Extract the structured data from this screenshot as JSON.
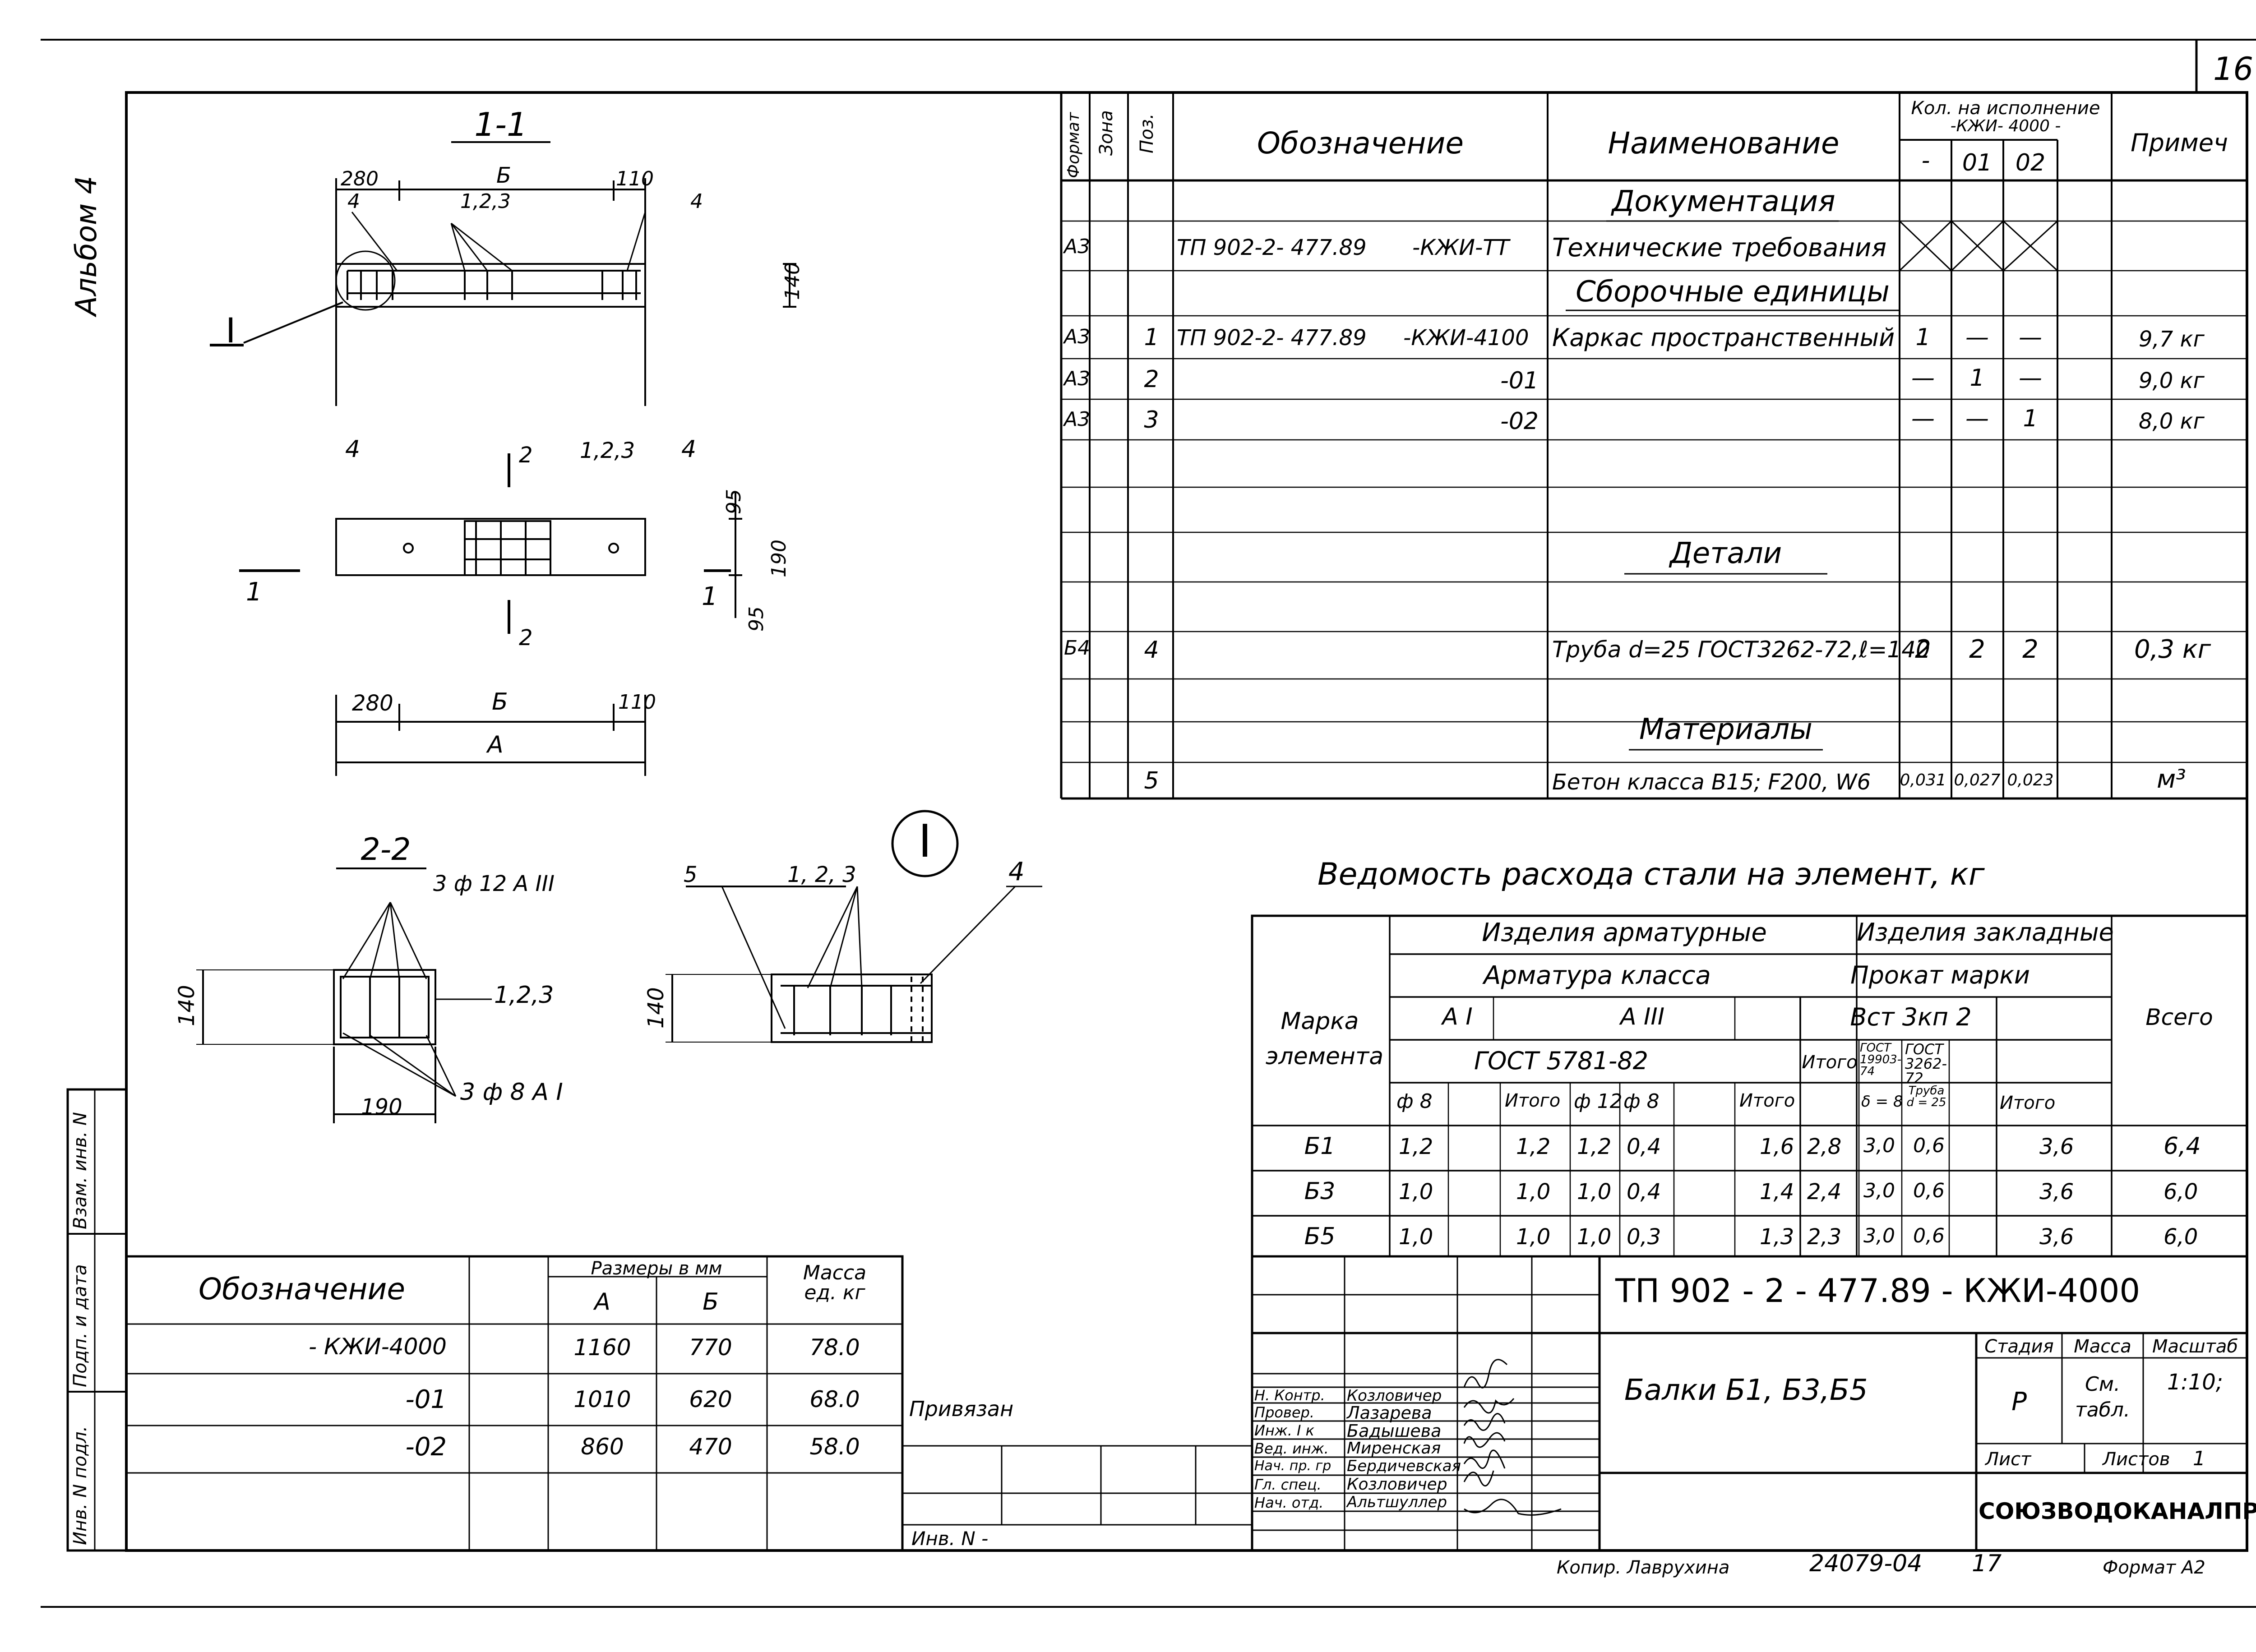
{
  "sheet": {
    "number": "16",
    "album": "Альбом 4"
  },
  "spec": {
    "headers": {
      "format": "Формат",
      "zone": "Зона",
      "pos": "Поз.",
      "designation": "Обозначение",
      "name": "Наименование",
      "qty": "Кол. на исполнение",
      "qty_code": "-КЖИ- 4000 -",
      "v0": "-",
      "v1": "01",
      "v2": "02",
      "note": "Примеч"
    },
    "sections": {
      "docs": "Документация",
      "assemblies": "Сборочные единицы",
      "details": "Детали",
      "materials": "Материалы"
    },
    "rows": [
      {
        "fmt": "А3",
        "pos": "",
        "des": "ТП 902-2- 477.89",
        "code": "-КЖИ-ТТ",
        "name": "Технические требования",
        "q0": "",
        "q1": "",
        "q2": "",
        "note": ""
      },
      {
        "fmt": "А3",
        "pos": "1",
        "des": "ТП 902-2- 477.89",
        "code": "-КЖИ-4100",
        "name": "Каркас пространственный",
        "q0": "1",
        "q1": "—",
        "q2": "—",
        "note": "9,7 кг"
      },
      {
        "fmt": "А3",
        "pos": "2",
        "des": "",
        "code": "-01",
        "name": "",
        "q0": "—",
        "q1": "1",
        "q2": "—",
        "note": "9,0 кг"
      },
      {
        "fmt": "А3",
        "pos": "3",
        "des": "",
        "code": "-02",
        "name": "",
        "q0": "—",
        "q1": "—",
        "q2": "1",
        "note": "8,0 кг"
      },
      {
        "fmt": "Б4",
        "pos": "4",
        "des": "",
        "code": "",
        "name": "Труба  d=25 ГОСТ3262-72,ℓ=140",
        "q0": "2",
        "q1": "2",
        "q2": "2",
        "note": "0,3 кг"
      },
      {
        "fmt": "",
        "pos": "5",
        "des": "",
        "code": "",
        "name": "Бетон  класса В15; F200, W6",
        "q0": "0,031",
        "q1": "0,027",
        "q2": "0,023",
        "note": "м³"
      }
    ]
  },
  "drawing": {
    "sec11": "1-1",
    "sec22": "2-2",
    "node": "I",
    "dims": {
      "d280": "280",
      "dB": "Б",
      "d110": "110",
      "d4": "4",
      "d123": "1,2,3",
      "d140": "140",
      "d95": "95",
      "d190": "190",
      "dA": "А",
      "d2": "2",
      "d1": "1",
      "d5": "5",
      "d123b": "1, 2, 3"
    },
    "rebar_top": "3 ф 12 А III",
    "rebar_bottom": "3 ф 8 А I"
  },
  "steel": {
    "title": "Ведомость   расхода  стали  на  элемент, кг",
    "h_mark": "Марка элемента",
    "h_arm": "Изделия арматурные",
    "h_class": "Арматура класса",
    "h_AI": "А I",
    "h_AIII": "А III",
    "h_gost": "ГОСТ  5781-82",
    "h_itogo": "Итого",
    "h_emb": "Изделия закладные",
    "h_prokat": "Прокат марки",
    "h_vst": "Вст 3кп 2",
    "h_gost1": "ГОСТ 19903-74",
    "h_gost2": "ГОСТ 3262-72",
    "h_delta": "δ = 8",
    "h_pipe": "Труба d = 25",
    "h_total": "Всего",
    "h_f8": "ф 8",
    "h_f12": "ф 12",
    "h_f8b": "ф 8",
    "rows": [
      {
        "mark": "Б1",
        "a1": "1,2",
        "it1": "1,2",
        "f12": "1,2",
        "f8": "0,4",
        "it2": "1,6",
        "it3": "2,8",
        "d8": "3,0",
        "pipe": "0,6",
        "it4": "3,6",
        "total": "6,4"
      },
      {
        "mark": "Б3",
        "a1": "1,0",
        "it1": "1,0",
        "f12": "1,0",
        "f8": "0,4",
        "it2": "1,4",
        "it3": "2,4",
        "d8": "3,0",
        "pipe": "0,6",
        "it4": "3,6",
        "total": "6,0"
      },
      {
        "mark": "Б5",
        "a1": "1,0",
        "it1": "1,0",
        "f12": "1,0",
        "f8": "0,3",
        "it2": "1,3",
        "it3": "2,3",
        "d8": "3,0",
        "pipe": "0,6",
        "it4": "3,6",
        "total": "6,0"
      }
    ]
  },
  "sizes": {
    "h_des": "Обозначение",
    "h_sizes": "Размеры в мм",
    "h_A": "А",
    "h_B": "Б",
    "h_mass": "Масса ед. кг",
    "rows": [
      {
        "des": "- КЖИ-4000",
        "A": "1160",
        "B": "770",
        "m": "78.0"
      },
      {
        "des": "-01",
        "A": "1010",
        "B": "620",
        "m": "68.0"
      },
      {
        "des": "-02",
        "A": "860",
        "B": "470",
        "m": "58.0"
      }
    ]
  },
  "stamp": {
    "code": "ТП  902 - 2 - 477.89   - КЖИ-4000",
    "title": "Балки  Б1, Б3,Б5",
    "stage_h": "Стадия",
    "mass_h": "Масса",
    "scale_h": "Масштаб",
    "stage": "Р",
    "mass": "См. табл.",
    "scale": "1:10;",
    "sheet_h": "Лист",
    "sheets_h": "Листов",
    "sheets": "1",
    "org": "СОЮЗВОДОКАНАЛПРОЕКТ",
    "roles": [
      {
        "role": "Н. Контр.",
        "name": "Козловичер"
      },
      {
        "role": "Провер.",
        "name": "Лазарева"
      },
      {
        "role": "Инж. I к",
        "name": "Бадышева"
      },
      {
        "role": "Вед. инж.",
        "name": "Миренская"
      },
      {
        "role": "Нач. пр. гр",
        "name": "Бердичевская"
      },
      {
        "role": "Гл. спец.",
        "name": "Козловичер"
      },
      {
        "role": "Нач. отд.",
        "name": "Альтшуллер"
      }
    ],
    "privyazan": "Привязан",
    "inv": "Инв. N -"
  },
  "side": {
    "inv_podl": "Инв. N подл.",
    "podp": "Подп. и дата",
    "vzam": "Взам. инв. N"
  },
  "footer": {
    "kopir": "Копир. Лаврухина",
    "num": "24079-04",
    "sheet": "17",
    "format": "Формат А2"
  }
}
